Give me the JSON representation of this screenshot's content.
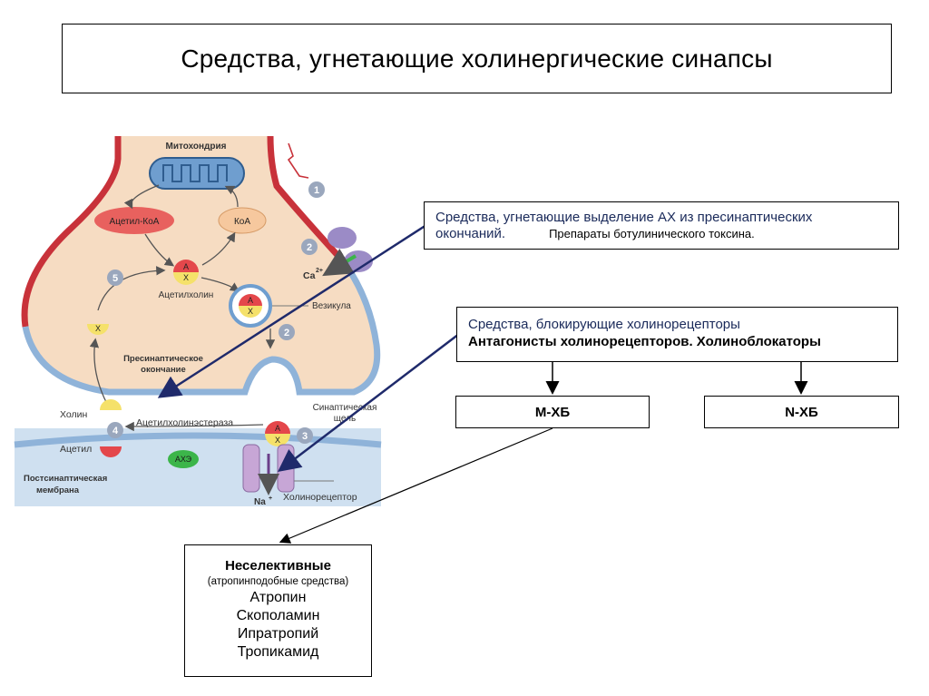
{
  "title": "Средства, угнетающие холинергические синапсы",
  "release_box": {
    "line1": "Средства, угнетающие выделение АХ из пресинаптических",
    "line2": "окончаний.",
    "line2_extra": "Препараты ботулинического токсина."
  },
  "block_box": {
    "line1": "Средства, блокирующие холинорецепторы",
    "line2": "Антагонисты холинорецепторов. Холиноблокаторы"
  },
  "m_xb": "М-ХБ",
  "n_xb": "N-ХБ",
  "nonselective": {
    "heading": "Неселективные",
    "subtitle": "(атропинподобные средства)",
    "drugs": [
      "Атропин",
      "Скополамин",
      "Ипратропий",
      "Тропикамид"
    ]
  },
  "synapse": {
    "mitochondria": "Митохондрия",
    "acetyl_coa": "Ацетил-КоА",
    "coa": "КоА",
    "acetylcholine": "Ацетилхолин",
    "vesicle": "Везикула",
    "presynaptic": "Пресинаптическое",
    "presynaptic2": "окончание",
    "choline": "Холин",
    "acetylcholinesterase": "Ацетилхолинэстераза",
    "acetyl": "Ацетил",
    "ache": "АХЭ",
    "synaptic_cleft": "Синаптическая",
    "synaptic_cleft2": "щель",
    "postsynaptic": "Постсинаптическая",
    "postsynaptic2": "мембрана",
    "cholinoreceptor": "Холинорецептор",
    "ca": "Ca",
    "ca_sup": "2+",
    "na": "Na",
    "na_sup": "+",
    "letter_a": "A",
    "letter_x": "X",
    "steps": [
      "1",
      "2",
      "2",
      "3",
      "4",
      "5"
    ]
  },
  "colors": {
    "membrane_red": "#c8323a",
    "membrane_blue": "#8fb3d9",
    "cytoplasm": "#f6dcc2",
    "cleft_blue": "#cfe0f0",
    "arrow_navy": "#1f2a6b",
    "receptor_violet": "#c7a6d6",
    "ache_green": "#3cb54a"
  }
}
